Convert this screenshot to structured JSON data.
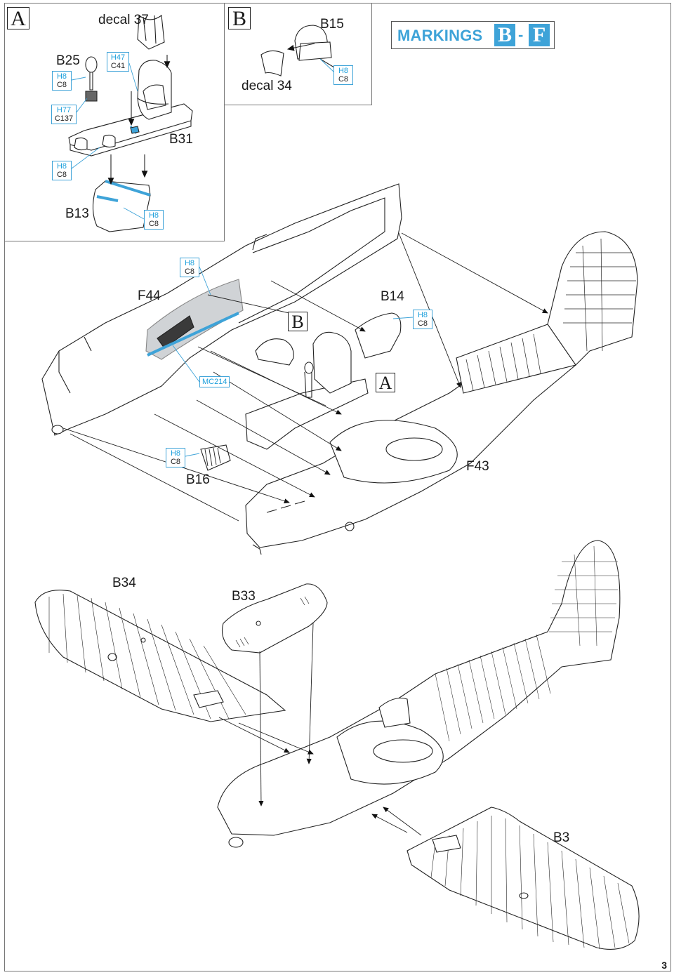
{
  "page_number": "3",
  "steps": {
    "A": {
      "letter": "A"
    },
    "B": {
      "letter": "B"
    }
  },
  "markings": {
    "label": "MARKINGS",
    "from": "B",
    "separator": "-",
    "to": "F",
    "accent_color": "#3ea3d8"
  },
  "parts": {
    "decal37": "decal 37",
    "b25": "B25",
    "b31": "B31",
    "b13": "B13",
    "b15": "B15",
    "decal34": "decal 34",
    "f44": "F44",
    "b14": "B14",
    "f43": "F43",
    "b16": "B16",
    "b34": "B34",
    "b33": "B33",
    "b3": "B3",
    "ref_b": "B",
    "ref_a": "A"
  },
  "paint_codes": {
    "h47_c41": {
      "h": "H47",
      "c": "C41"
    },
    "h8_c8": {
      "h": "H8",
      "c": "C8"
    },
    "h77_c137": {
      "h": "H77",
      "c": "C137"
    },
    "mc214": "MC214"
  },
  "icons": [
    "arrow-icon",
    "cockpit-seat-icon",
    "fuselage-icon",
    "wing-icon"
  ]
}
